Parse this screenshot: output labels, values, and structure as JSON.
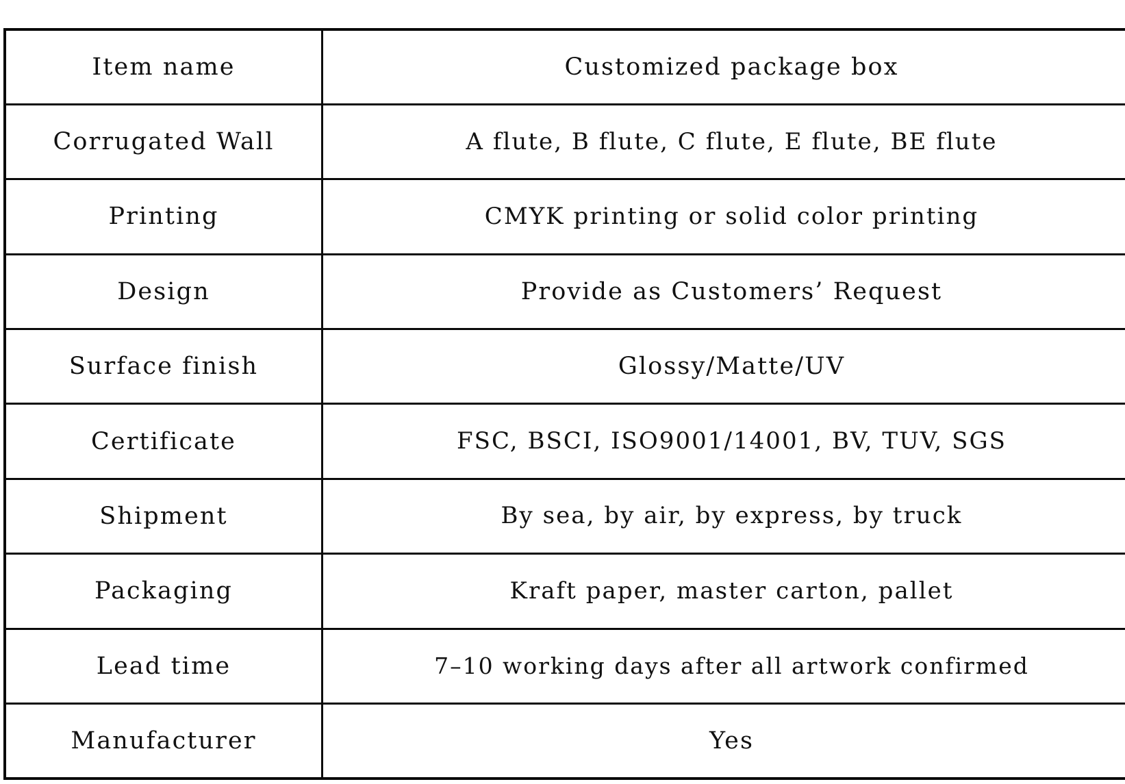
{
  "document": {
    "type": "specification-table",
    "background_color": "#ffffff",
    "text_color": "#111111",
    "border_color": "#0a0a0a",
    "row_count": 10,
    "column_count": 2
  },
  "table": {
    "rows": [
      {
        "label": "Item name",
        "value": "Customized package box"
      },
      {
        "label": "Corrugated Wall",
        "value": "A flute, B flute, C flute, E flute, BE flute"
      },
      {
        "label": "Printing",
        "value": "CMYK printing or solid color printing"
      },
      {
        "label": "Design",
        "value": "Provide as Customers’ Request"
      },
      {
        "label": "Surface finish",
        "value": "Glossy/Matte/UV"
      },
      {
        "label": "Certificate",
        "value": "FSC, BSCI, ISO9001/14001, BV, TUV, SGS"
      },
      {
        "label": "Shipment",
        "value": "By sea, by air, by express, by truck"
      },
      {
        "label": "Packaging",
        "value": "Kraft paper, master carton, pallet"
      },
      {
        "label": "Lead time",
        "value": "7–10 working days after all artwork confirmed"
      },
      {
        "label": "Manufacturer",
        "value": "Yes"
      }
    ]
  }
}
